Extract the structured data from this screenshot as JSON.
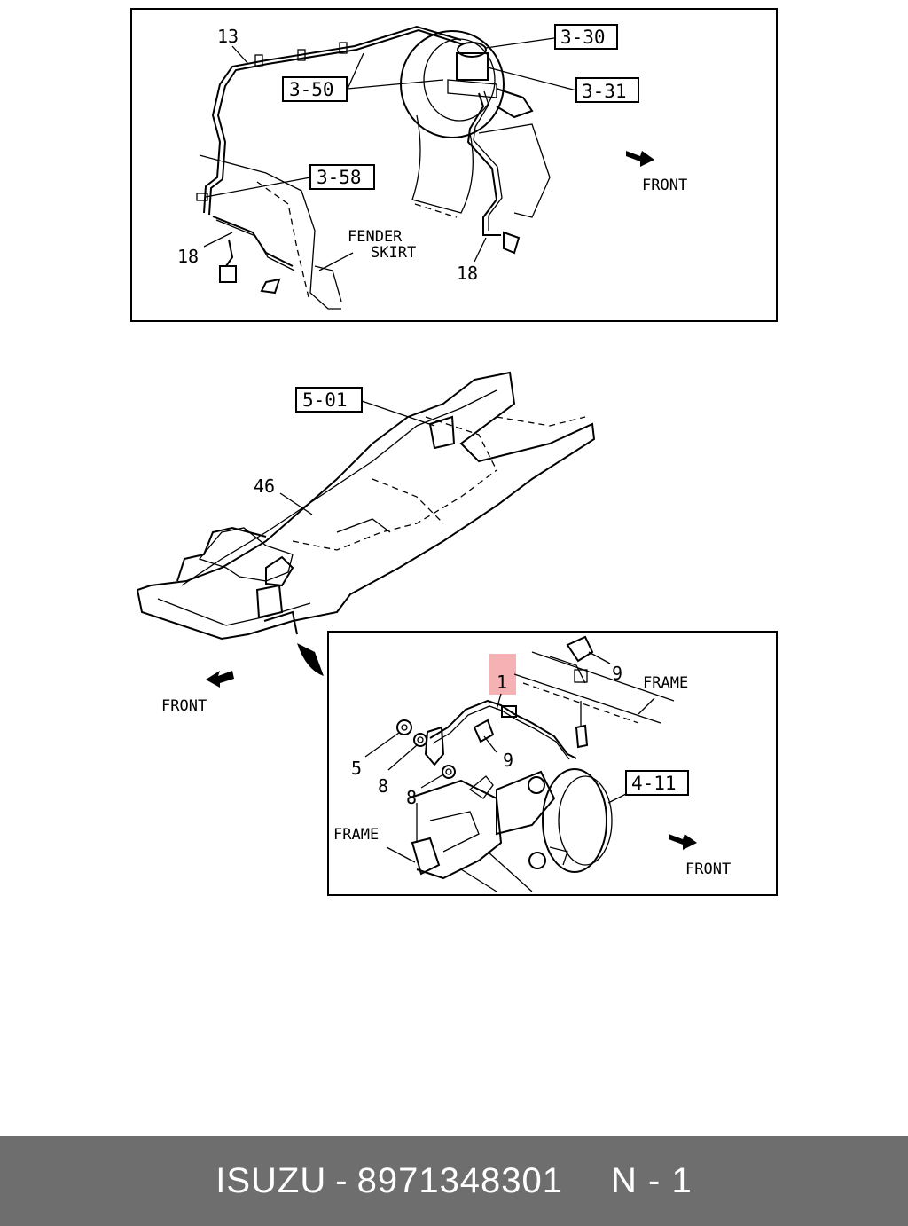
{
  "top_panel": {
    "labels": {
      "pipe_13": "13",
      "ref_3_30": "3-30",
      "ref_3_50": "3-50",
      "ref_3_31": "3-31",
      "ref_3_58": "3-58",
      "hose_18_left": "18",
      "hose_18_right": "18",
      "fender": "FENDER",
      "skirt": "SKIRT",
      "front": "FRONT"
    }
  },
  "middle_panel": {
    "labels": {
      "ref_5_01": "5-01",
      "part_46": "46",
      "front": "FRONT"
    }
  },
  "detail_panel": {
    "labels": {
      "part_1": "1",
      "part_9_top": "9",
      "part_9_mid": "9",
      "frame_top": "FRAME",
      "part_5": "5",
      "part_8_a": "8",
      "part_8_b": "8",
      "ref_4_11": "4-11",
      "frame_bottom": "FRAME",
      "front": "FRONT"
    },
    "highlight_color": "#f4a3a8"
  },
  "footer": {
    "brand": "ISUZU",
    "separator": "-",
    "part_number": "8971348301",
    "page_ref": "N - 1",
    "background_color": "#6e6e6e"
  }
}
